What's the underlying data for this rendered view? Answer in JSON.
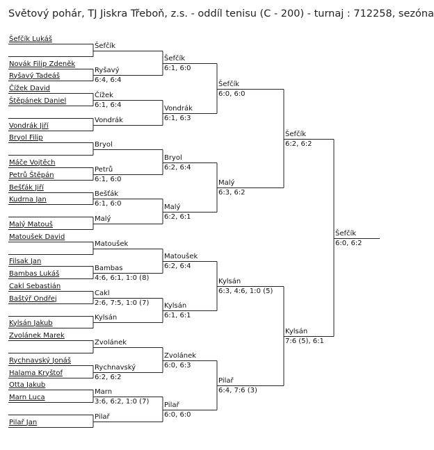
{
  "page": {
    "title": "Světový pohár, TJ Jiskra Třeboň, z.s. - oddíl tenisu (C - 200) - turnaj : 712258, sezóna"
  },
  "draw": {
    "r1": [
      "Šefčík Lukáš",
      "",
      "Novák Filip Zdeněk",
      "Ryšavý Tadeáš",
      "Čížek David",
      "Štěpánek Daniel",
      "",
      "Vondrák Jiří",
      "Bryol Filip",
      "",
      "Máče Vojtěch",
      "Petrů Štěpán",
      "Bešťák Jiří",
      "Kudrna Jan",
      "",
      "Malý Matouš",
      "Matoušek David",
      "",
      "Filsak Jan",
      "Bambas Lukáš",
      "Cakl Sebastián",
      "Baštýř Ondřej",
      "",
      "Kylsán Jakub",
      "Zvolánek Marek",
      "",
      "Rychnavský Jonáš",
      "Halama Kryštof",
      "Otta Jakub",
      "Marn Luca",
      "",
      "Pilař Jan"
    ],
    "r2": [
      {
        "winner": "Šefčík",
        "score": ""
      },
      {
        "winner": "Ryšavý",
        "score": "6:4, 6:4"
      },
      {
        "winner": "Čížek",
        "score": "6:1, 6:4"
      },
      {
        "winner": "Vondrák",
        "score": ""
      },
      {
        "winner": "Bryol",
        "score": ""
      },
      {
        "winner": "Petrů",
        "score": "6:1, 6:0"
      },
      {
        "winner": "Bešťák",
        "score": "6:1, 6:0"
      },
      {
        "winner": "Malý",
        "score": ""
      },
      {
        "winner": "Matoušek",
        "score": ""
      },
      {
        "winner": "Bambas",
        "score": "4:6, 6:1, 1:0 (8)"
      },
      {
        "winner": "Cakl",
        "score": "2:6, 7:5, 1:0 (7)"
      },
      {
        "winner": "Kylsán",
        "score": ""
      },
      {
        "winner": "Zvolánek",
        "score": ""
      },
      {
        "winner": "Rychnavský",
        "score": "6:2, 6:2"
      },
      {
        "winner": "Marn",
        "score": "3:6, 6:2, 1:0 (7)"
      },
      {
        "winner": "Pilař",
        "score": ""
      }
    ],
    "r3": [
      {
        "winner": "Šefčík",
        "score": "6:1, 6:0"
      },
      {
        "winner": "Vondrák",
        "score": "6:1, 6:3"
      },
      {
        "winner": "Bryol",
        "score": "6:2, 6:4"
      },
      {
        "winner": "Malý",
        "score": "6:2, 6:1"
      },
      {
        "winner": "Matoušek",
        "score": "6:2, 6:4"
      },
      {
        "winner": "Kylsán",
        "score": "6:1, 6:1"
      },
      {
        "winner": "Zvolánek",
        "score": "6:0, 6:3"
      },
      {
        "winner": "Pilař",
        "score": "6:0, 6:0"
      }
    ],
    "r4": [
      {
        "winner": "Šefčík",
        "score": "6:0, 6:0"
      },
      {
        "winner": "Malý",
        "score": "6:3, 6:2"
      },
      {
        "winner": "Kylsán",
        "score": "6:3, 4:6, 1:0 (5)"
      },
      {
        "winner": "Pilař",
        "score": "6:4, 7:6 (3)"
      }
    ],
    "r5": [
      {
        "winner": "Šefčík",
        "score": "6:2, 6:2"
      },
      {
        "winner": "Kylsán",
        "score": "7:6 (5), 6:1"
      }
    ],
    "r6": [
      {
        "winner": "Šefčík",
        "score": "6:0, 6:2"
      }
    ]
  }
}
